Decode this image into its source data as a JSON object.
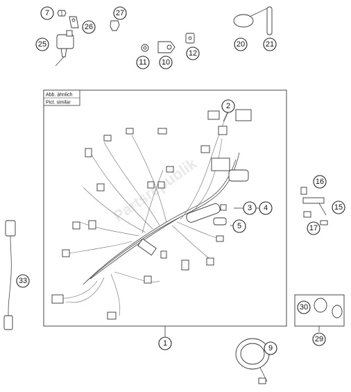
{
  "note": {
    "line1": "Abb. ähnlich",
    "line2": "Pict. similar"
  },
  "watermark": "Partsrepublik",
  "callouts": {
    "c1": "1",
    "c2": "2",
    "c34": "3",
    "c4": "4",
    "c5": "5",
    "c7": "7",
    "c9": "9",
    "c10": "10",
    "c11": "11",
    "c12": "12",
    "c15": "15",
    "c16": "16",
    "c17": "17",
    "c20": "20",
    "c21": "21",
    "c25": "25",
    "c26": "26",
    "c27": "27",
    "c29": "29",
    "c30": "30",
    "c33": "33"
  }
}
